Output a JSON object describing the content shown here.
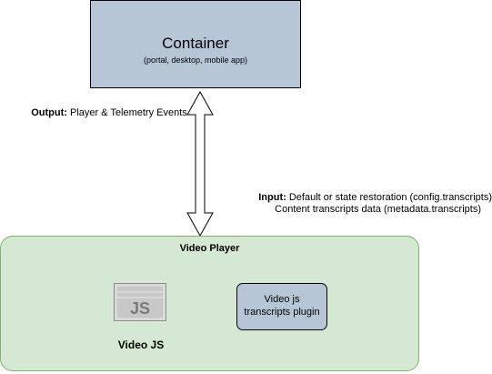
{
  "colors": {
    "container_fill": "#b6c6d6",
    "player_fill": "#d5e8d4",
    "player_border": "#82b366",
    "plugin_fill": "#b6c6d6"
  },
  "container": {
    "title": "Container",
    "subtitle": "(portal, desktop, mobile app)"
  },
  "output": {
    "bold": "Output:",
    "text": " Player & Telemetry Events"
  },
  "input": {
    "bold": "Input:",
    "line1": " Default or state restoration (config.transcripts)",
    "line2": "Content transcripts data (metadata.transcripts)"
  },
  "arrow": {
    "type": "bidirectional-arrow"
  },
  "player": {
    "title": "Video Player",
    "videojs": {
      "logo_text": "JS",
      "label": "Video JS",
      "logo_icon": "js-file-icon"
    },
    "plugin": {
      "line1": "Video js",
      "line2": "transcripts plugin"
    }
  }
}
